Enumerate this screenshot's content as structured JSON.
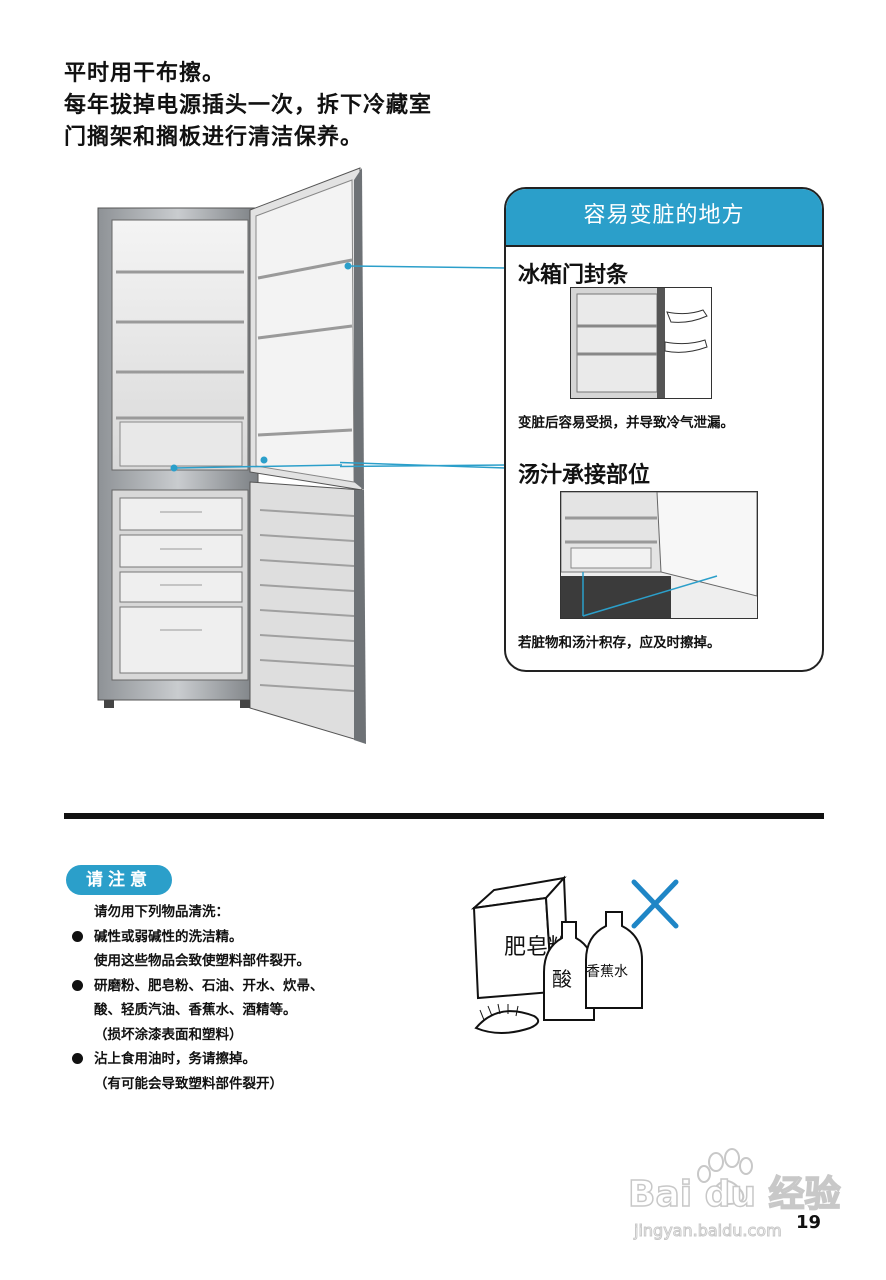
{
  "intro": {
    "lines": [
      "平时用干布擦。",
      "每年拔掉电源插头一次，拆下冷藏室",
      "门搁架和搁板进行清洁保养。"
    ]
  },
  "panel": {
    "title": "容易变脏的地方",
    "spots": [
      {
        "title": "冰箱门封条",
        "note": "变脏后容易受损，并导致冷气泄漏。"
      },
      {
        "title": "汤汁承接部位",
        "note": "若脏物和汤汁积存，应及时擦掉。"
      }
    ]
  },
  "notice": {
    "badge": "请注意",
    "intro": "请勿用下列物品清洗：",
    "items": [
      {
        "bullet": true,
        "text": "碱性或弱碱性的洗洁精。"
      },
      {
        "bullet": false,
        "text": "使用这些物品会致使塑料部件裂开。"
      },
      {
        "bullet": true,
        "text": "研磨粉、肥皂粉、石油、开水、炊帚、"
      },
      {
        "bullet": false,
        "text": "酸、轻质汽油、香蕉水、酒精等。"
      },
      {
        "bullet": false,
        "text": "（损坏涂漆表面和塑料）"
      },
      {
        "bullet": true,
        "text": "沾上食用油时，务请擦掉。"
      },
      {
        "bullet": false,
        "text": "（有可能会导致塑料部件裂开）"
      }
    ]
  },
  "cleaners": {
    "box_label": "肥皂粉",
    "bottle1_label": "酸",
    "bottle2_label": "香蕉水"
  },
  "watermark": {
    "brand": "Bai du 经验",
    "url": "jingyan.baidu.com"
  },
  "page_number": "19",
  "colors": {
    "accent": "#2b9fca",
    "cross": "#1f86c6"
  }
}
